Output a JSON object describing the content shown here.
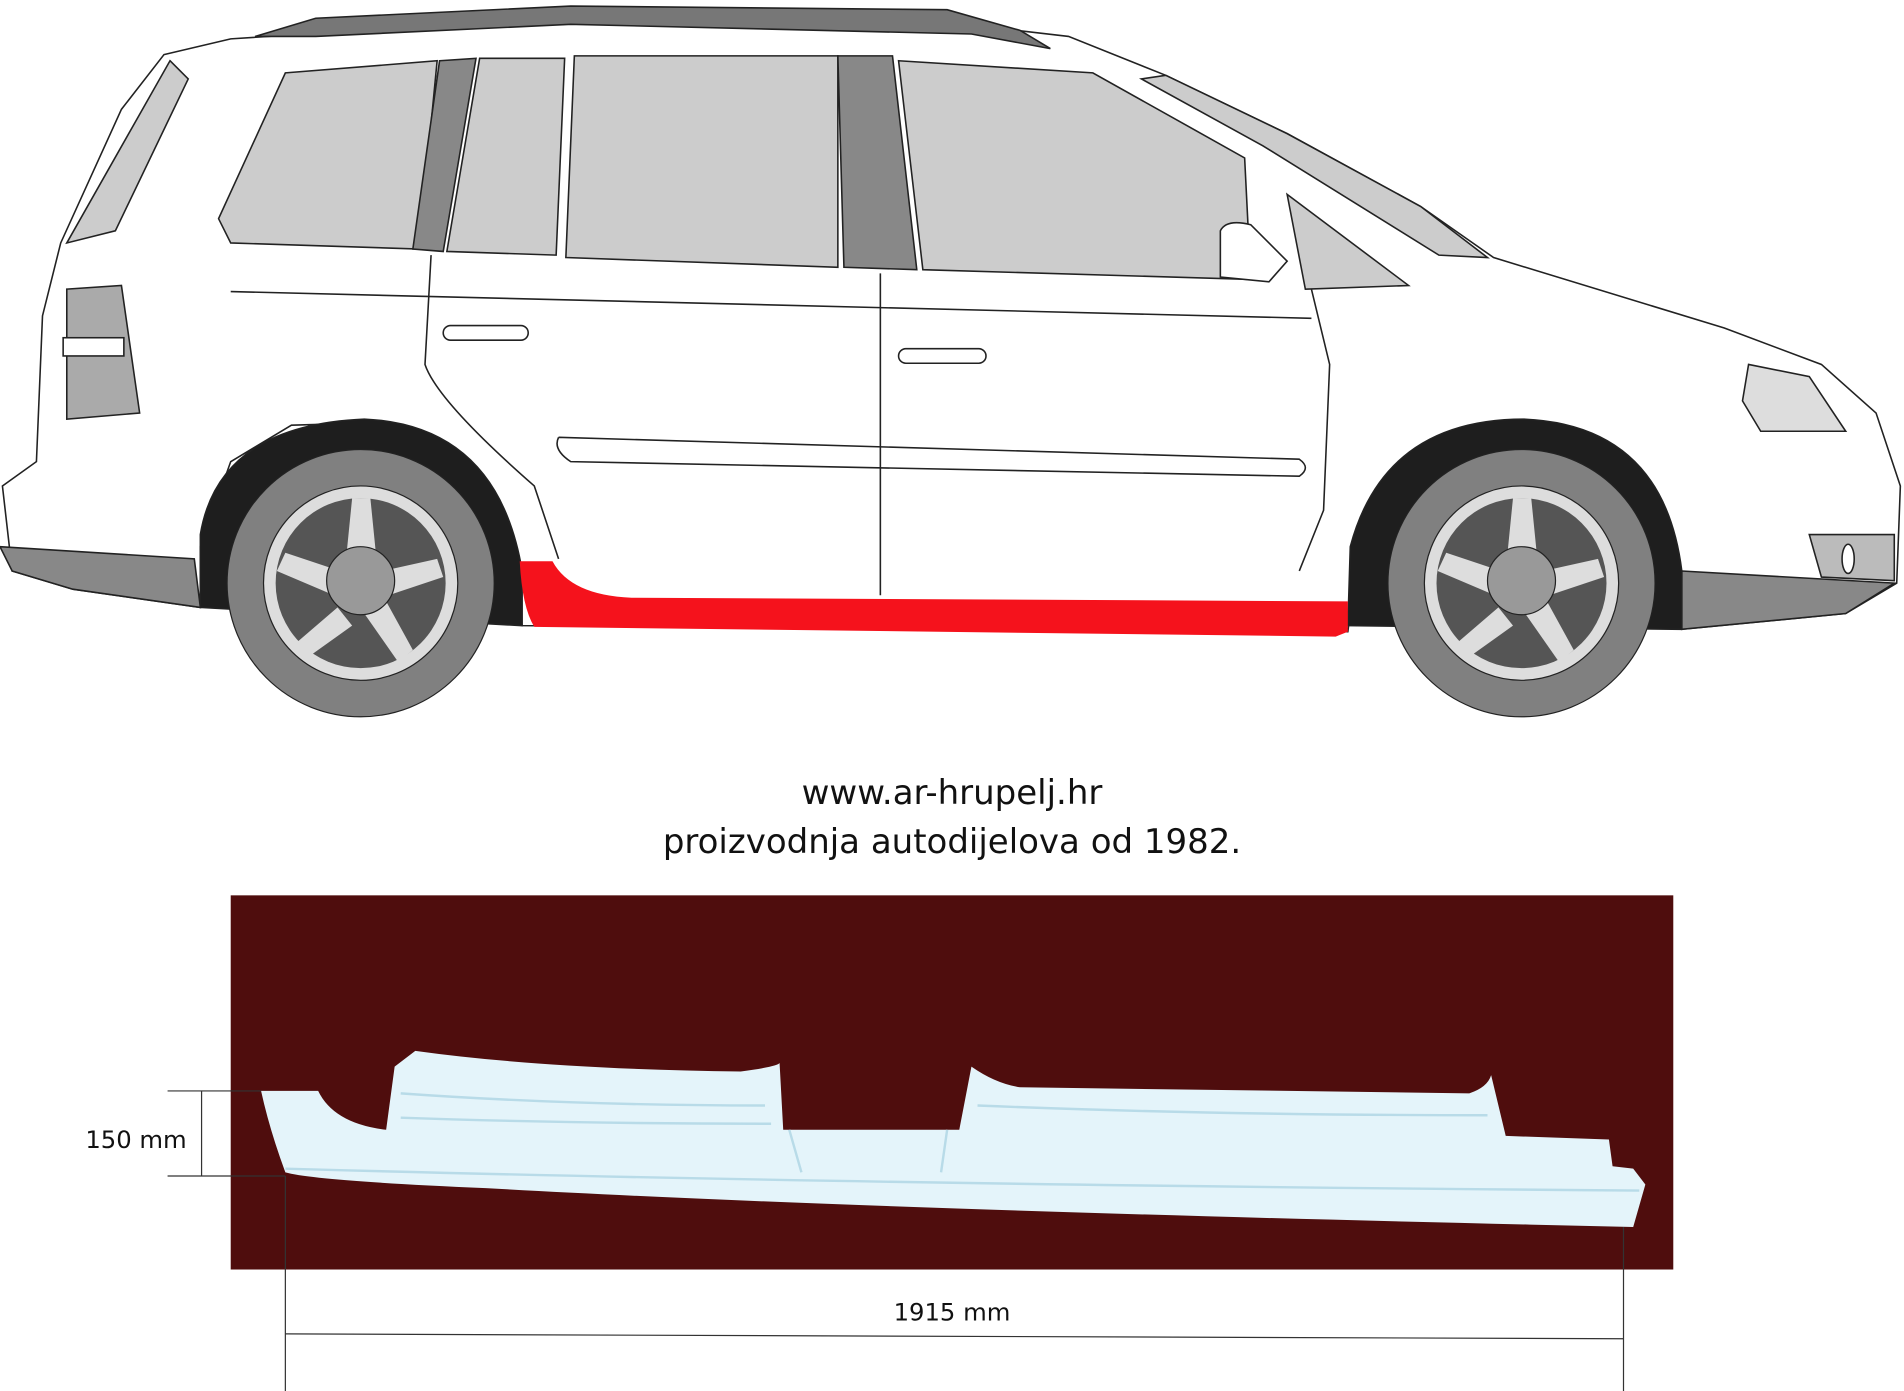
{
  "caption": {
    "website": "www.ar-hrupelj.hr",
    "tagline": "proizvodnja autodijelova od 1982."
  },
  "dimensions": {
    "height_label": "150 mm",
    "length_label": "1915 mm"
  },
  "colors": {
    "highlight_part": "#f5121c",
    "photo_background": "#4f0d0d",
    "car_body": "#ffffff",
    "glass": "#cccccc",
    "tyre": "#808080",
    "wheel_arch": "#1e1e1e",
    "part": "#e4f4fa"
  }
}
